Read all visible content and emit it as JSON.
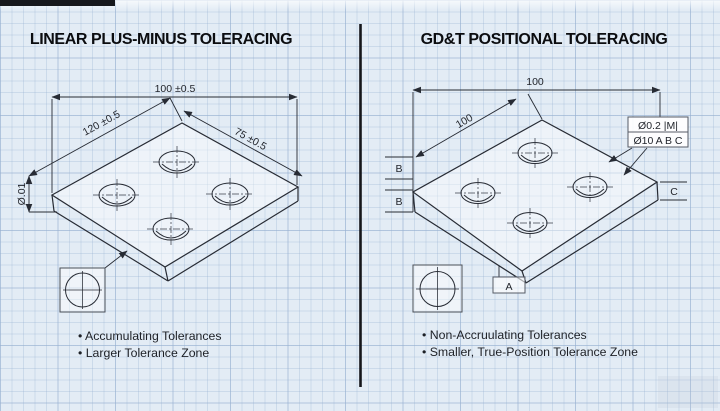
{
  "header": {
    "left_title": "LINEAR PLUS-MINUS TOLERACING",
    "right_title": "GD&T POSITIONAL TOLERACING"
  },
  "left_panel": {
    "dimensions": {
      "width": "100 ±0.5",
      "length": "120 ±0.5",
      "depth": "75 ±0.5",
      "thickness": "Ø.01"
    },
    "bullets": [
      "• Accumulating Tolerances",
      "• Larger Tolerance Zone"
    ]
  },
  "right_panel": {
    "dimensions": {
      "width": "100",
      "length": "100"
    },
    "feature_control_frame": {
      "row1": "Ø0.2 |M|",
      "row2": "Ø10 A B C"
    },
    "datums": {
      "b_upper": "B",
      "b_lower": "B",
      "c": "C",
      "a": "A"
    },
    "bullets": [
      "• Non-Accruulating Tolerances",
      "• Smaller, True-Position Tolerance Zone"
    ]
  },
  "colors": {
    "ink": "#272b34",
    "background": "#e3ecf5",
    "divider": "#15161a"
  }
}
